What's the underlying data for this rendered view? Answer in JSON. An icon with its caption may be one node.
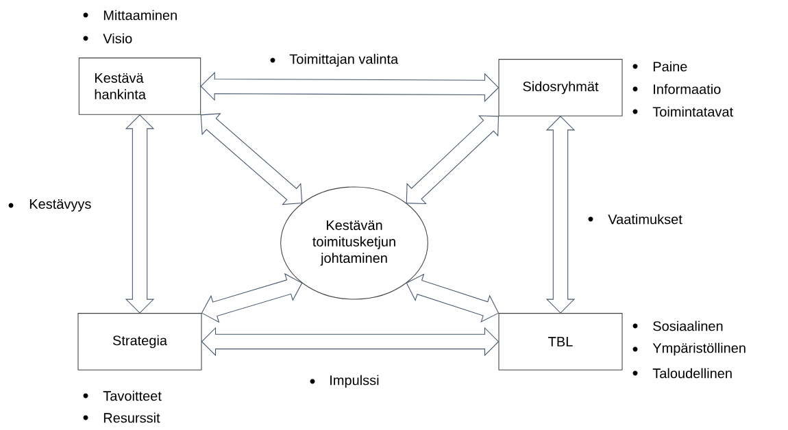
{
  "diagram": {
    "nodes": [
      {
        "text": [
          "Kestävä hankinta"
        ],
        "beside": [
          "Mittaaminen",
          "Visio"
        ]
      },
      {
        "text": [
          "Sidosryhmät"
        ],
        "beside": [
          "Paine",
          "Informaatio",
          "Toimintatavat"
        ]
      },
      {
        "text": [
          "Kestävän toimitusketjun johtaminen"
        ]
      },
      {
        "text": [
          "Strategia"
        ],
        "beside": [
          "Tavoitteet",
          "Resurssit"
        ]
      },
      {
        "text": [
          "TBL"
        ],
        "beside": [
          "Sosiaalinen",
          "Ympäristöllinen",
          "Taloudellinen"
        ]
      }
    ],
    "edges": [
      {
        "from": 0,
        "to": 1,
        "arrow": "both",
        "label": "Toimittajan valinta"
      },
      {
        "from": 0,
        "to": 2,
        "arrow": "both"
      },
      {
        "from": 1,
        "to": 2,
        "arrow": "both"
      },
      {
        "from": 0,
        "to": 3,
        "arrow": "both",
        "label": "Kestävyys"
      },
      {
        "from": 1,
        "to": 4,
        "arrow": "both",
        "label": "Vaatimukset"
      },
      {
        "from": 3,
        "to": 2,
        "arrow": "both"
      },
      {
        "from": 4,
        "to": 2,
        "arrow": "both"
      },
      {
        "from": 3,
        "to": 4,
        "arrow": "both",
        "label": "Impulssi"
      }
    ]
  }
}
